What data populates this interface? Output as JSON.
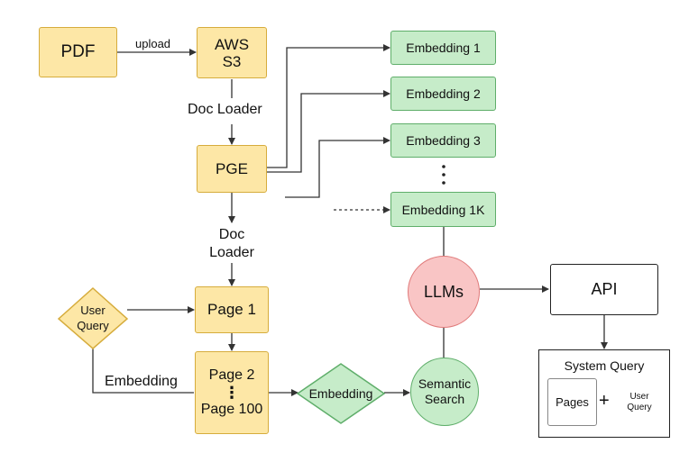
{
  "nodes": {
    "pdf": "PDF",
    "aws": "AWS",
    "aws2": "S3",
    "pge": "PGE",
    "page1": "Page 1",
    "page2": "Page 2",
    "vdots": "⋮",
    "page100": "Page 100",
    "emb1": "Embedding 1",
    "emb2": "Embedding 2",
    "emb3": "Embedding 3",
    "emb1k": "Embedding 1K",
    "llms": "LLMs",
    "semantic": "Semantic",
    "search": "Search",
    "api": "API",
    "sysquery": "System Query",
    "pages": "Pages",
    "plus": "+",
    "user": "User",
    "query": "Query",
    "emb_diamond": "Embedding"
  },
  "edges": {
    "upload": "upload",
    "docloader1": "Doc Loader",
    "docloader2a": "Doc",
    "docloader2b": "Loader",
    "embedding": "Embedding"
  },
  "colors": {
    "yellow_fill": "#fde7a6",
    "yellow_border": "#d6ac3c",
    "green_fill": "#c6ecc9",
    "green_border": "#5fae6a",
    "llm_fill": "#f9c5c5",
    "llm_border": "#e07a7a"
  }
}
